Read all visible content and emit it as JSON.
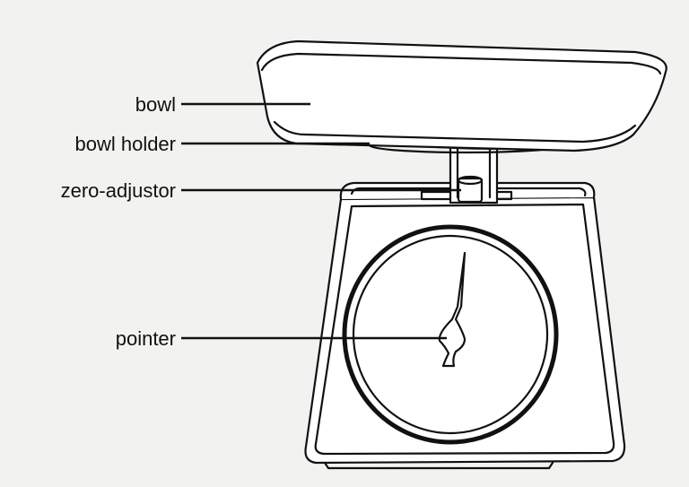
{
  "labels": {
    "bowl": "bowl",
    "bowl_holder": "bowl holder",
    "zero_adjustor": "zero-adjustor",
    "pointer": "pointer"
  }
}
